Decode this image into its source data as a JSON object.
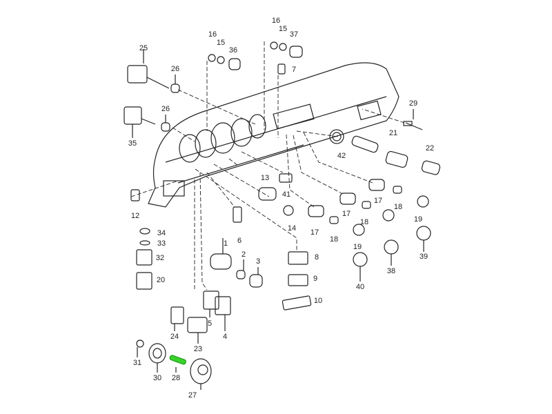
{
  "diagram": {
    "highlight_color": "#39d12b",
    "line_color": "#222222",
    "highlighted_part": "28",
    "callouts": [
      "16",
      "15",
      "36",
      "16",
      "15",
      "37",
      "25",
      "26",
      "7",
      "26",
      "35",
      "29",
      "21",
      "22",
      "42",
      "13",
      "41",
      "12",
      "17",
      "18",
      "19",
      "17",
      "18",
      "17",
      "18",
      "19",
      "14",
      "6",
      "34",
      "33",
      "32",
      "20",
      "1",
      "2",
      "3",
      "8",
      "9",
      "10",
      "40",
      "38",
      "39",
      "5",
      "4",
      "24",
      "23",
      "31",
      "30",
      "28",
      "27"
    ]
  }
}
